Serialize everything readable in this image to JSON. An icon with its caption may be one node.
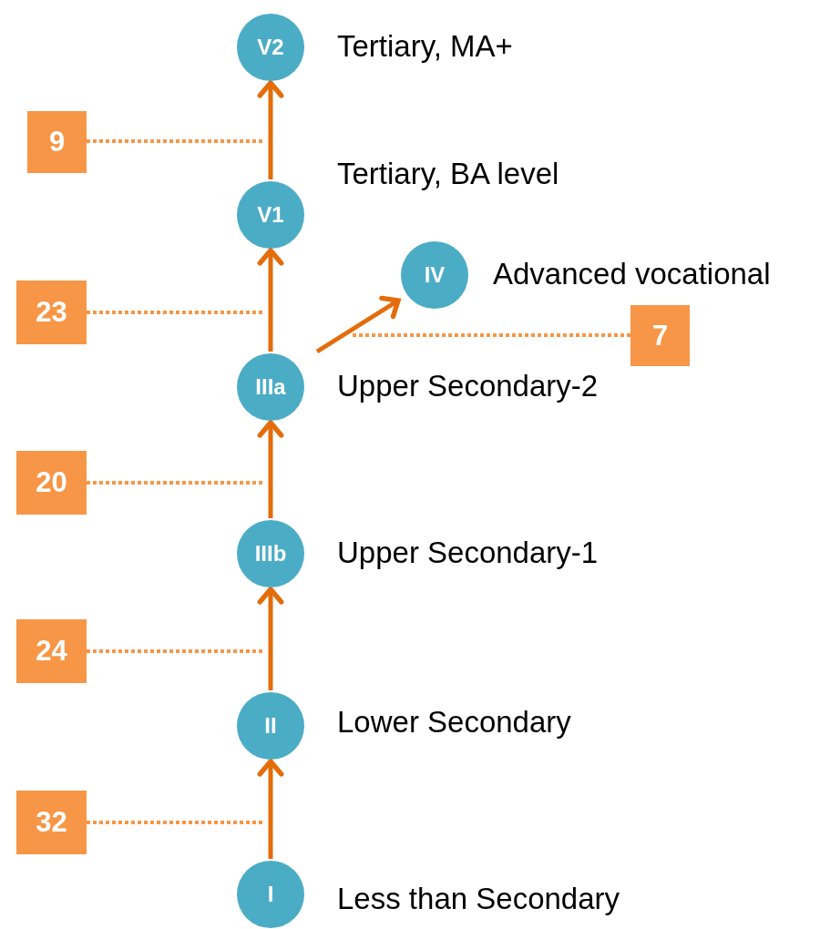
{
  "diagram": {
    "nodes": [
      {
        "text": [
          "V2"
        ],
        "beside": [
          "Tertiary, MA+"
        ]
      },
      {
        "text": [
          "9"
        ]
      },
      {
        "text": [
          "V1"
        ],
        "beside": [
          "Tertiary, BA level"
        ]
      },
      {
        "text": [
          "IV"
        ],
        "beside": [
          "Advanced vocational"
        ]
      },
      {
        "text": [
          "23"
        ]
      },
      {
        "text": [
          "7"
        ]
      },
      {
        "text": [
          "IIIa"
        ],
        "beside": [
          "Upper Secondary-2"
        ]
      },
      {
        "text": [
          "20"
        ]
      },
      {
        "text": [
          "IIIb"
        ],
        "beside": [
          "Upper Secondary-1"
        ]
      },
      {
        "text": [
          "24"
        ]
      },
      {
        "text": [
          "II"
        ],
        "beside": [
          "Lower Secondary"
        ]
      },
      {
        "text": [
          "32"
        ]
      },
      {
        "text": [
          "I"
        ],
        "beside": [
          "Less than Secondary"
        ]
      }
    ],
    "edges": [
      {
        "from": 12,
        "to": 10,
        "arrow": "to"
      },
      {
        "from": 10,
        "to": 8,
        "arrow": "to"
      },
      {
        "from": 8,
        "to": 6,
        "arrow": "to"
      },
      {
        "from": 6,
        "to": 2,
        "arrow": "to"
      },
      {
        "from": 2,
        "to": 0,
        "arrow": "to"
      },
      {
        "from": 6,
        "to": 3,
        "arrow": "to"
      },
      {
        "from": 1,
        "to": null,
        "arrow": "none",
        "style": "dashed",
        "color": "#f79646"
      },
      {
        "from": 4,
        "to": null,
        "arrow": "none",
        "style": "dashed",
        "color": "#f79646"
      },
      {
        "from": 5,
        "to": null,
        "arrow": "none",
        "style": "dashed",
        "color": "#f79646"
      },
      {
        "from": 7,
        "to": null,
        "arrow": "none",
        "style": "dashed",
        "color": "#f79646"
      },
      {
        "from": 9,
        "to": null,
        "arrow": "none",
        "style": "dashed",
        "color": "#f79646"
      },
      {
        "from": 11,
        "to": null,
        "arrow": "none",
        "style": "dashed",
        "color": "#f79646"
      }
    ]
  }
}
